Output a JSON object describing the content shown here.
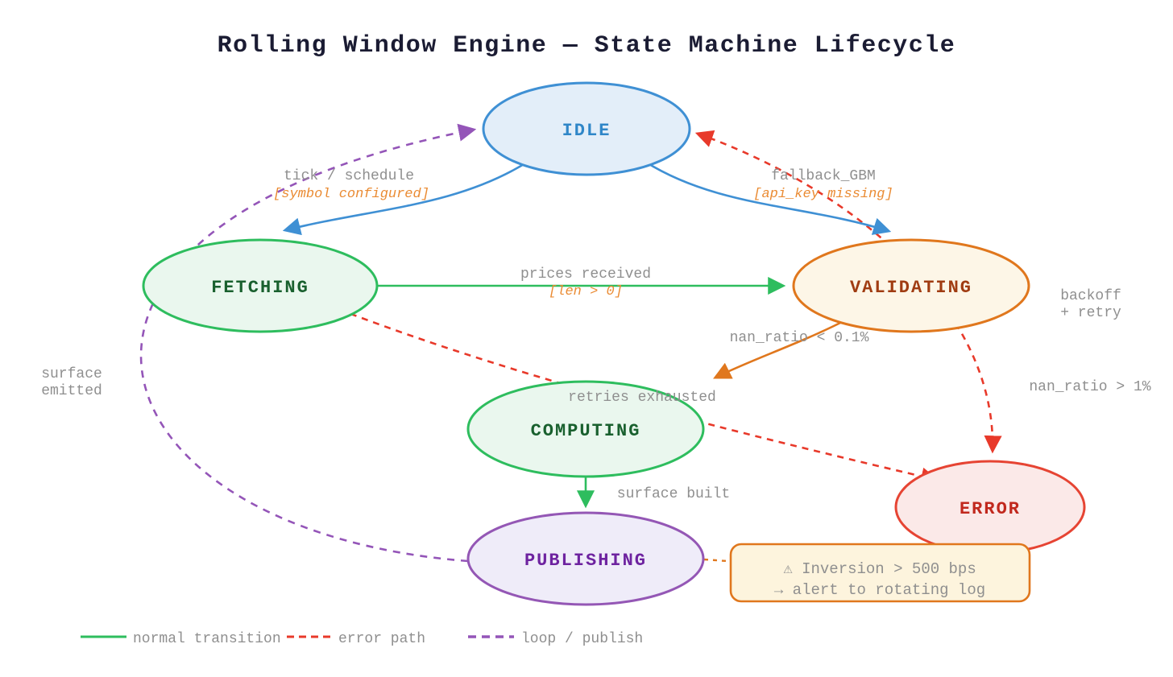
{
  "title": "Rolling Window Engine — State Machine Lifecycle",
  "nodes": {
    "idle": {
      "label": "IDLE"
    },
    "fetching": {
      "label": "FETCHING"
    },
    "validating": {
      "label": "VALIDATING"
    },
    "computing": {
      "label": "COMPUTING"
    },
    "publishing": {
      "label": "PUBLISHING"
    },
    "error": {
      "label": "ERROR"
    }
  },
  "edges": {
    "idle_fetching": {
      "event": "tick / schedule",
      "guard": "[symbol configured]",
      "type": "normal"
    },
    "idle_validating": {
      "event": "fallback_GBM",
      "guard": "[api_key missing]",
      "type": "normal"
    },
    "fetching_validating": {
      "event": "prices received",
      "guard": "[len > 0]",
      "type": "normal"
    },
    "validating_computing": {
      "label": "nan_ratio < 0.1%",
      "type": "normal"
    },
    "computing_publishing": {
      "label": "surface built",
      "type": "normal"
    },
    "fetching_error": {
      "label": "retries exhausted",
      "type": "error"
    },
    "validating_error": {
      "label": "nan_ratio > 1%",
      "type": "error"
    },
    "error_idle": {
      "line1": "backoff",
      "line2": "+ retry",
      "type": "error"
    },
    "publishing_idle": {
      "line1": "surface",
      "line2": "emitted",
      "type": "loop"
    }
  },
  "annotation": {
    "line1": "⚠ Inversion > 500 bps",
    "line2": "→ alert to rotating log"
  },
  "legend": {
    "normal": "normal transition",
    "error": "error path",
    "loop": "loop / publish"
  },
  "colors": {
    "title": "#1b1c33",
    "normal_blue": "#3f90d4",
    "normal_green": "#2ebd5e",
    "normal_orange": "#e0771d",
    "error_red": "#e8392a",
    "loop_purple": "#9455b8",
    "label_gray": "#8f8f8f",
    "guard_orange": "#ea8b33",
    "idle_fill": "#e3eef9",
    "green_fill": "#eaf7ee",
    "validating_fill": "#fdf6e7",
    "publishing_fill": "#efecf9",
    "error_fill": "#fbe9e8",
    "annotation_fill": "#fdf4dd"
  }
}
